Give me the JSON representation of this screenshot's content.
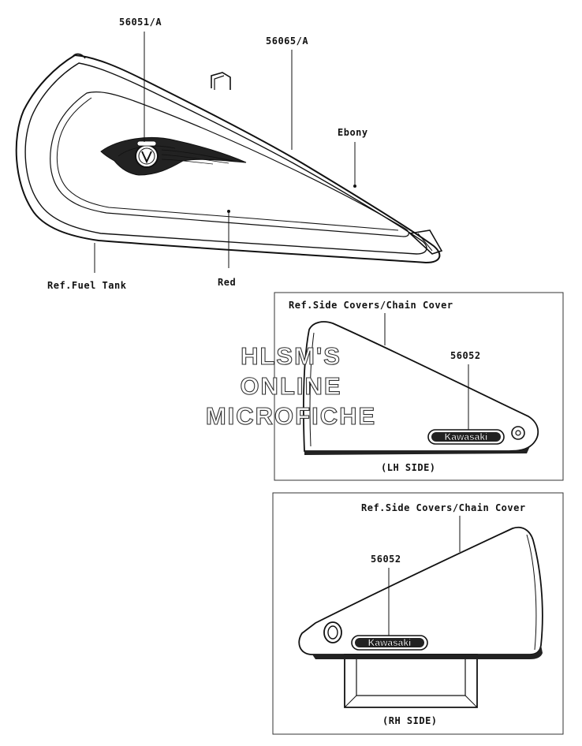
{
  "fuel_tank": {
    "part_top_left": "56051/A",
    "part_top_right": "56065/A",
    "color_upper": "Ebony",
    "color_lower": "Red",
    "ref_label": "Ref.Fuel Tank"
  },
  "lh_panel": {
    "ref_label": "Ref.Side Covers/Chain Cover",
    "part": "56052",
    "logo_text": "Kawasaki",
    "caption": "(LH SIDE)"
  },
  "rh_panel": {
    "ref_label": "Ref.Side Covers/Chain Cover",
    "part": "56052",
    "logo_text": "Kawasaki",
    "caption": "(RH SIDE)"
  },
  "watermark": {
    "line1": "HLSM'S",
    "line2": "ONLINE",
    "line3": "MICROFICHE"
  }
}
